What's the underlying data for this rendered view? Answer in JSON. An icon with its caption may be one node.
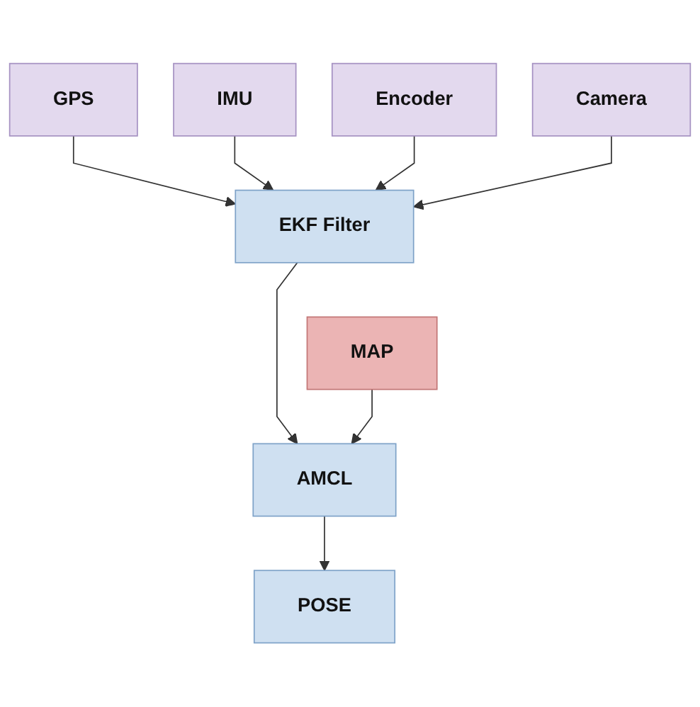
{
  "diagram": {
    "nodes": [
      {
        "text": [
          "GPS"
        ]
      },
      {
        "text": [
          "IMU"
        ]
      },
      {
        "text": [
          "Encoder"
        ]
      },
      {
        "text": [
          "Camera"
        ]
      },
      {
        "text": [
          "EKF Filter"
        ]
      },
      {
        "text": [
          "AMCL"
        ]
      },
      {
        "text": [
          "MAP"
        ]
      },
      {
        "text": [
          "POSE"
        ]
      }
    ],
    "edges": [
      {
        "from": 0,
        "to": 4,
        "arrow": "to"
      },
      {
        "from": 1,
        "to": 4,
        "arrow": "to"
      },
      {
        "from": 2,
        "to": 4,
        "arrow": "to"
      },
      {
        "from": 3,
        "to": 4,
        "arrow": "to"
      },
      {
        "from": 4,
        "to": 5,
        "arrow": "to"
      },
      {
        "from": 6,
        "to": 5,
        "arrow": "to"
      },
      {
        "from": 5,
        "to": 7,
        "arrow": "to"
      }
    ]
  }
}
